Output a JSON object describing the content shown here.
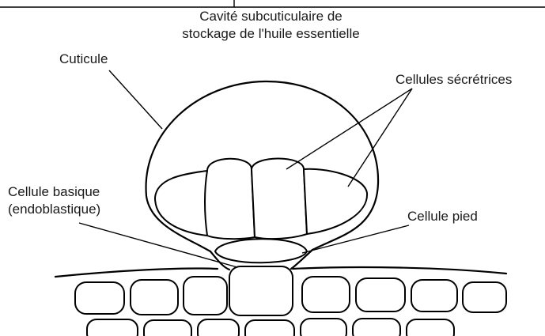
{
  "labels": {
    "cavity_line1": "Cavité subcuticulaire de",
    "cavity_line2": "stockage de l'huile essentielle",
    "cuticle": "Cuticule",
    "secretory": "Cellules sécrétrices",
    "basal_line1": "Cellule basique",
    "basal_line2": "(endoblastique)",
    "stalk": "Cellule pied"
  }
}
